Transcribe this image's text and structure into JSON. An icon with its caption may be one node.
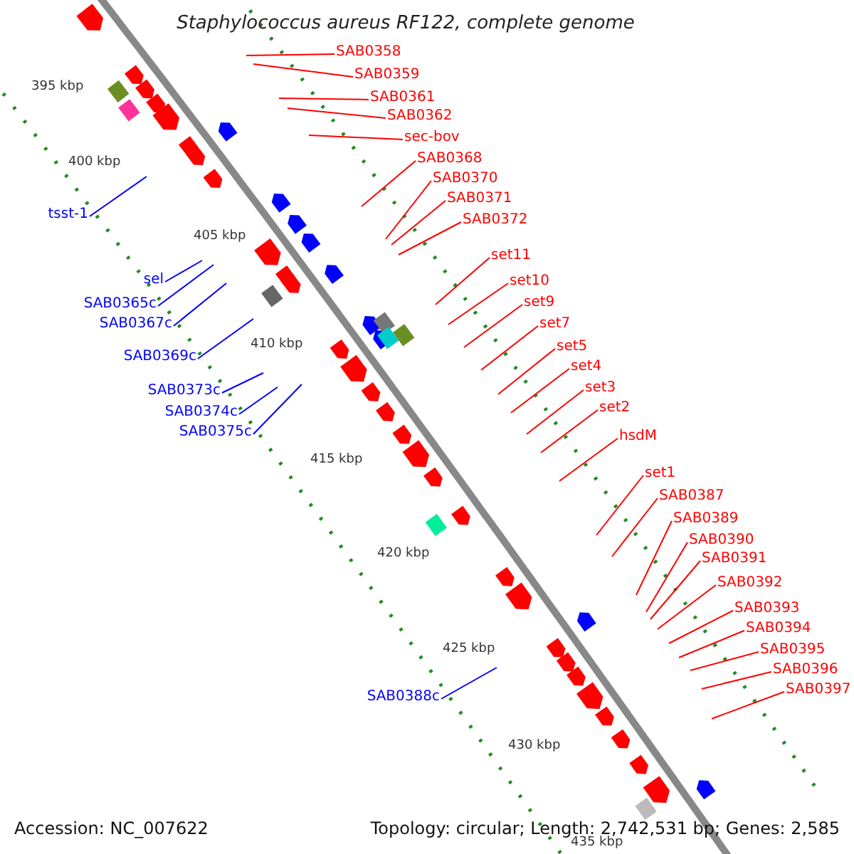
{
  "diagram": {
    "title": "Staphylococcus aureus RF122, complete genome",
    "nodes": [
      {
        "text": [
          "SAB0358"
        ]
      },
      {
        "text": [
          "SAB0359"
        ]
      },
      {
        "text": [
          "SAB0361"
        ]
      },
      {
        "text": [
          "SAB0362"
        ]
      },
      {
        "text": [
          "sec-bov"
        ]
      },
      {
        "text": [
          "SAB0368"
        ]
      },
      {
        "text": [
          "SAB0370"
        ]
      },
      {
        "text": [
          "SAB0371"
        ]
      },
      {
        "text": [
          "SAB0372"
        ]
      },
      {
        "text": [
          "set11"
        ]
      },
      {
        "text": [
          "set10"
        ]
      },
      {
        "text": [
          "set9"
        ]
      },
      {
        "text": [
          "set7"
        ]
      },
      {
        "text": [
          "set5"
        ]
      },
      {
        "text": [
          "set4"
        ]
      },
      {
        "text": [
          "set3"
        ]
      },
      {
        "text": [
          "set2"
        ]
      },
      {
        "text": [
          "hsdM"
        ]
      },
      {
        "text": [
          "set1"
        ]
      },
      {
        "text": [
          "SAB0387"
        ]
      },
      {
        "text": [
          "SAB0389"
        ]
      },
      {
        "text": [
          "SAB0390"
        ]
      },
      {
        "text": [
          "SAB0391"
        ]
      },
      {
        "text": [
          "SAB0392"
        ]
      },
      {
        "text": [
          "SAB0393"
        ]
      },
      {
        "text": [
          "SAB0394"
        ]
      },
      {
        "text": [
          "SAB0395"
        ]
      },
      {
        "text": [
          "SAB0396"
        ]
      },
      {
        "text": [
          "SAB0397"
        ]
      },
      {
        "text": [
          "tsst-1"
        ]
      },
      {
        "text": [
          "sel"
        ]
      },
      {
        "text": [
          "SAB0365c"
        ]
      },
      {
        "text": [
          "SAB0367c"
        ]
      },
      {
        "text": [
          "SAB0369c"
        ]
      },
      {
        "text": [
          "SAB0373c"
        ]
      },
      {
        "text": [
          "SAB0374c"
        ]
      },
      {
        "text": [
          "SAB0375c"
        ]
      },
      {
        "text": [
          "SAB0388c"
        ]
      }
    ],
    "edges": [
      {
        "from": 0,
        "to": null,
        "arrow": "none"
      },
      {
        "from": 1,
        "to": null,
        "arrow": "none"
      },
      {
        "from": 2,
        "to": null,
        "arrow": "none"
      },
      {
        "from": 3,
        "to": null,
        "arrow": "none"
      },
      {
        "from": 4,
        "to": null,
        "arrow": "none"
      },
      {
        "from": 5,
        "to": null,
        "arrow": "none"
      },
      {
        "from": 6,
        "to": null,
        "arrow": "none"
      },
      {
        "from": 7,
        "to": null,
        "arrow": "none"
      },
      {
        "from": 8,
        "to": null,
        "arrow": "none"
      },
      {
        "from": 9,
        "to": null,
        "arrow": "none"
      },
      {
        "from": 10,
        "to": null,
        "arrow": "none"
      },
      {
        "from": 11,
        "to": null,
        "arrow": "none"
      },
      {
        "from": 12,
        "to": null,
        "arrow": "none"
      },
      {
        "from": 13,
        "to": null,
        "arrow": "none"
      },
      {
        "from": 14,
        "to": null,
        "arrow": "none"
      },
      {
        "from": 15,
        "to": null,
        "arrow": "none"
      },
      {
        "from": 16,
        "to": null,
        "arrow": "none"
      },
      {
        "from": 17,
        "to": null,
        "arrow": "none"
      },
      {
        "from": 18,
        "to": null,
        "arrow": "none"
      },
      {
        "from": 19,
        "to": null,
        "arrow": "none"
      },
      {
        "from": 20,
        "to": null,
        "arrow": "none"
      },
      {
        "from": 21,
        "to": null,
        "arrow": "none"
      },
      {
        "from": 22,
        "to": null,
        "arrow": "none"
      },
      {
        "from": 23,
        "to": null,
        "arrow": "none"
      },
      {
        "from": 24,
        "to": null,
        "arrow": "none"
      },
      {
        "from": 25,
        "to": null,
        "arrow": "none"
      },
      {
        "from": 26,
        "to": null,
        "arrow": "none"
      },
      {
        "from": 27,
        "to": null,
        "arrow": "none"
      },
      {
        "from": 28,
        "to": null,
        "arrow": "none"
      },
      {
        "from": 29,
        "to": null,
        "arrow": "none",
        "color": "#0000ff"
      },
      {
        "from": 30,
        "to": null,
        "arrow": "none",
        "color": "#0000ff"
      },
      {
        "from": 31,
        "to": null,
        "arrow": "none",
        "color": "#0000ff"
      },
      {
        "from": 32,
        "to": null,
        "arrow": "none",
        "color": "#0000ff"
      },
      {
        "from": 33,
        "to": null,
        "arrow": "none",
        "color": "#0000ff"
      },
      {
        "from": 34,
        "to": null,
        "arrow": "none",
        "color": "#0000ff"
      },
      {
        "from": 35,
        "to": null,
        "arrow": "none",
        "color": "#0000ff"
      },
      {
        "from": 36,
        "to": null,
        "arrow": "none",
        "color": "#0000ff"
      },
      {
        "from": 37,
        "to": null,
        "arrow": "none",
        "color": "#0000ff"
      }
    ],
    "labels": [
      "395 kbp",
      "400 kbp",
      "405 kbp",
      "410 kbp",
      "415 kbp",
      "420 kbp",
      "425 kbp",
      "430 kbp",
      "435 kbp",
      "Accession: NC_007622",
      "Topology: circular; Length: 2,742,531 bp; Genes: 2,585"
    ]
  }
}
